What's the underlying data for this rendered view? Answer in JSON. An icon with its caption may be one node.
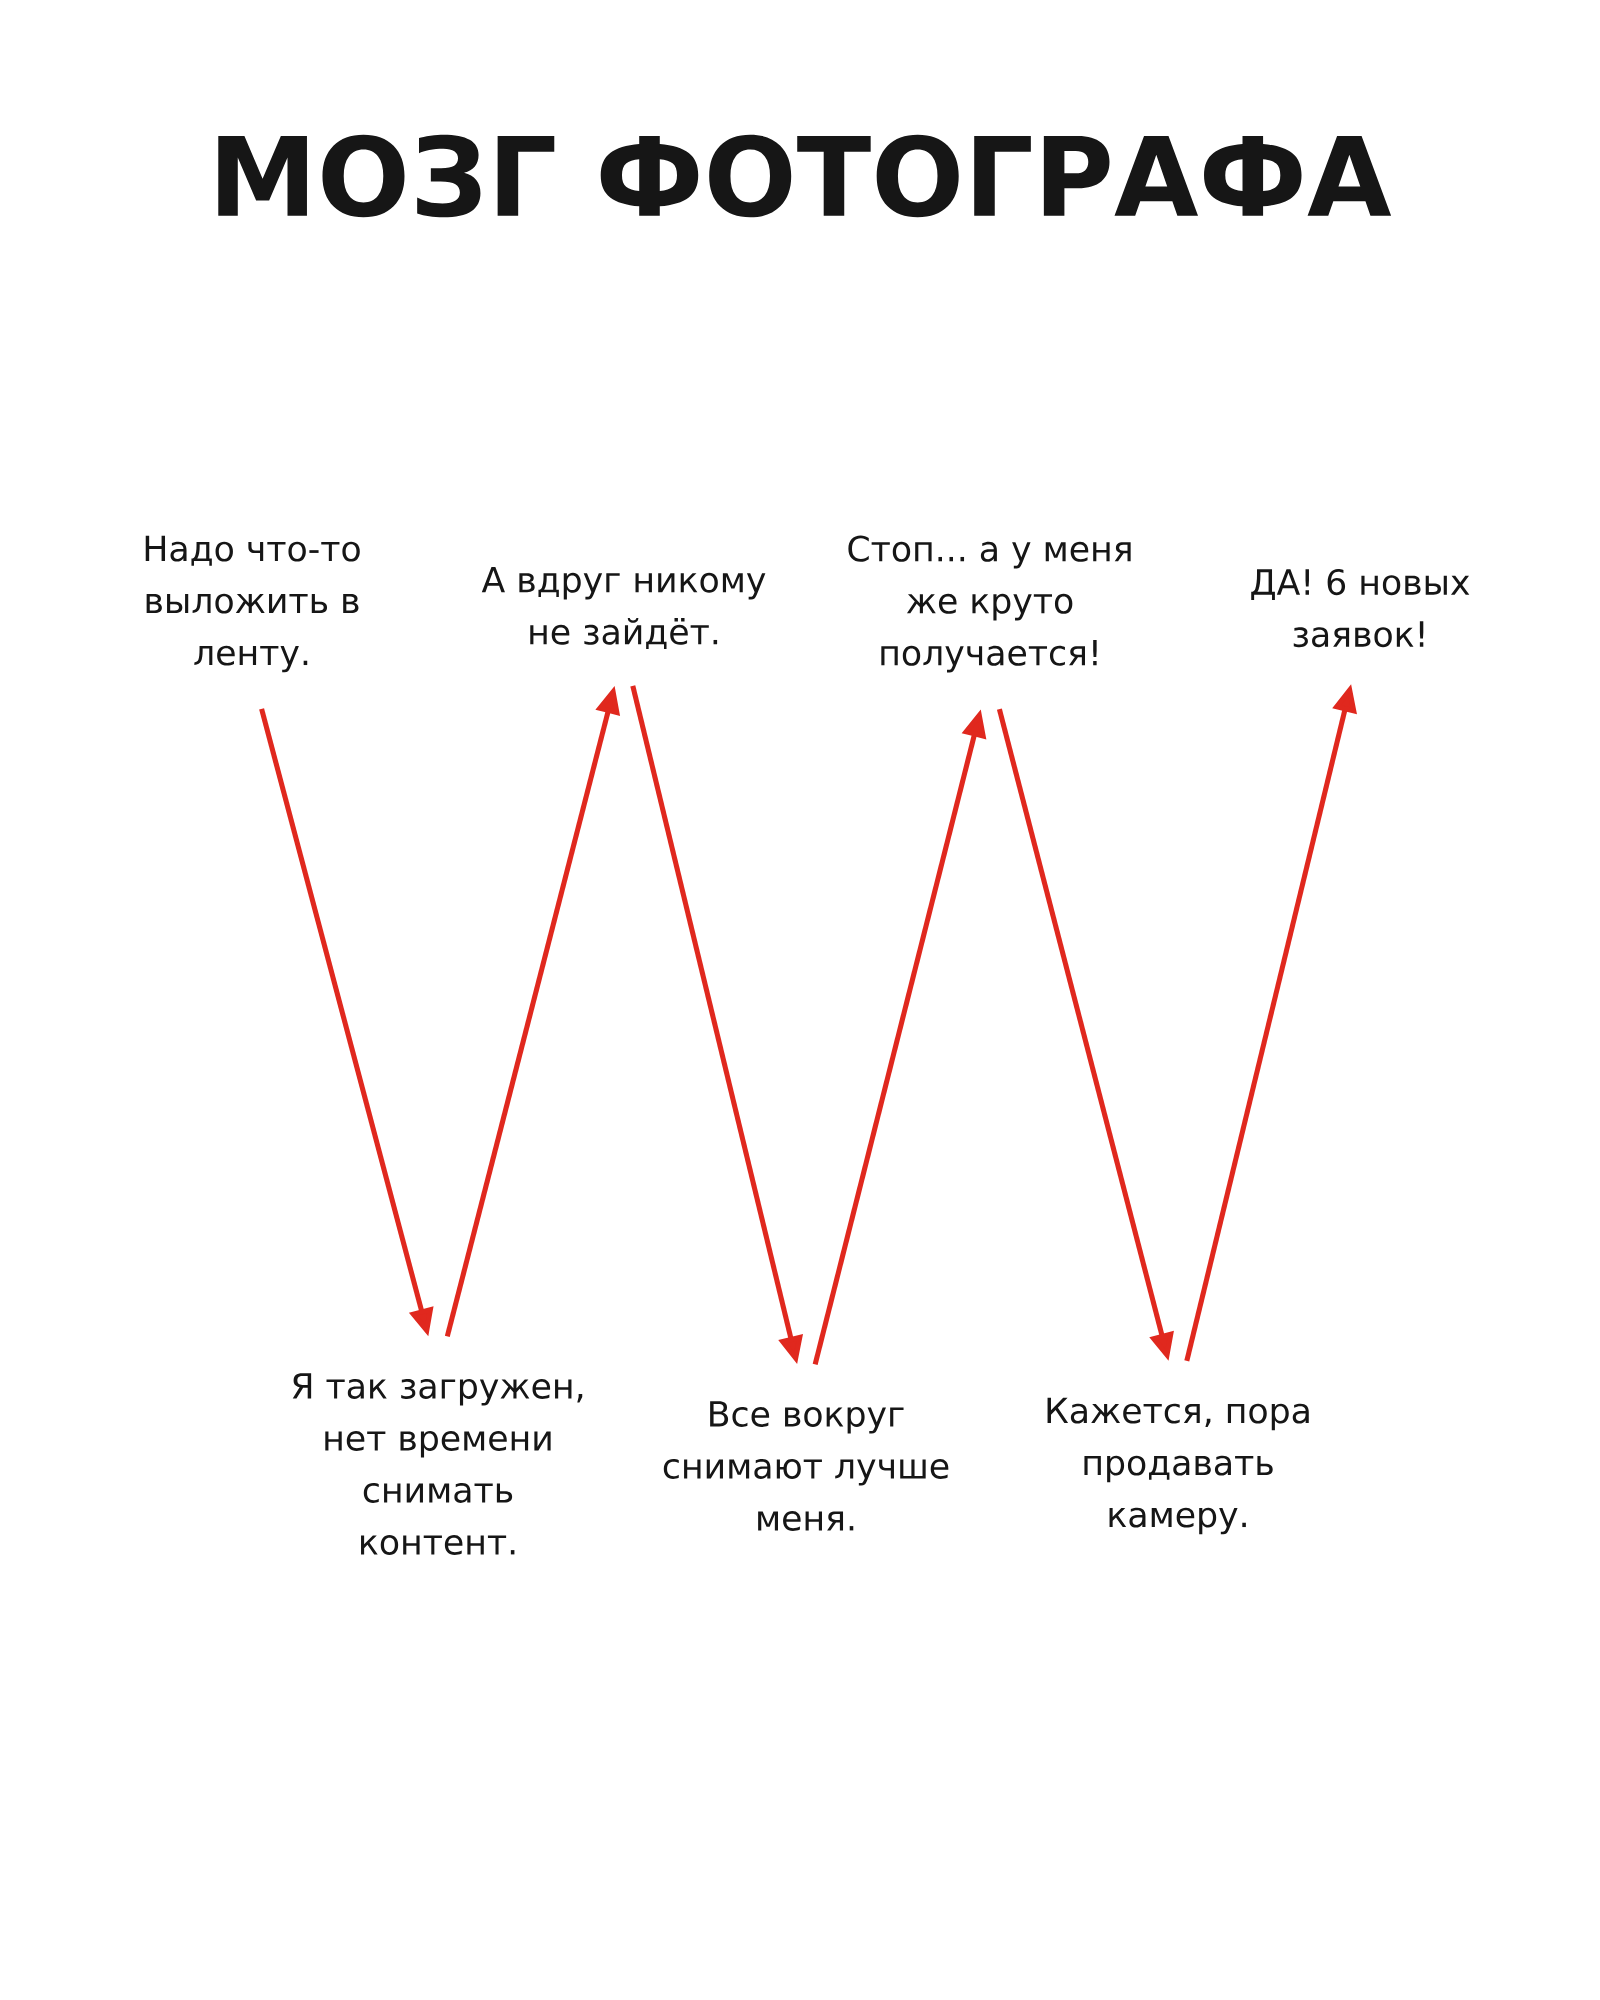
{
  "diagram": {
    "title": "МОЗГ ФОТОГРАФА",
    "nodes": [
      {
        "text": [
          "Надо что-то выложить в ленту."
        ]
      },
      {
        "text": [
          "Я так загружен, нет времени снимать контент."
        ]
      },
      {
        "text": [
          "А вдруг никому не зайдёт."
        ]
      },
      {
        "text": [
          "Все вокруг снимают лучше меня."
        ]
      },
      {
        "text": [
          "Стоп... а у меня же круто получается!"
        ]
      },
      {
        "text": [
          "Кажется, пора продавать камеру."
        ]
      },
      {
        "text": [
          "ДА! 6 новых заявок!"
        ]
      }
    ],
    "edges": [
      {
        "from": 0,
        "to": 1,
        "arrow": "to"
      },
      {
        "from": 1,
        "to": 2,
        "arrow": "to"
      },
      {
        "from": 2,
        "to": 3,
        "arrow": "to"
      },
      {
        "from": 3,
        "to": 4,
        "arrow": "to"
      },
      {
        "from": 4,
        "to": 5,
        "arrow": "to"
      },
      {
        "from": 5,
        "to": 6,
        "arrow": "to"
      }
    ]
  }
}
